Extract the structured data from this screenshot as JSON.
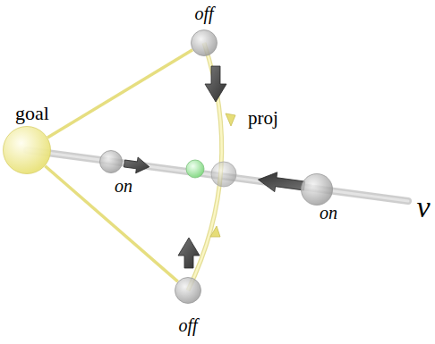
{
  "diagram": {
    "nodes": [
      {
        "text": [
          "off"
        ]
      },
      {
        "text": [
          "goal"
        ]
      },
      {
        "text": [
          "on"
        ]
      },
      {
        "text": [
          "on"
        ]
      },
      {
        "text": [
          "off"
        ]
      }
    ],
    "edges": [
      {
        "from": 1,
        "to": 0,
        "arrow": "none"
      },
      {
        "from": 1,
        "to": 4,
        "arrow": "none"
      }
    ],
    "labels": [
      "proj",
      "ν"
    ]
  }
}
